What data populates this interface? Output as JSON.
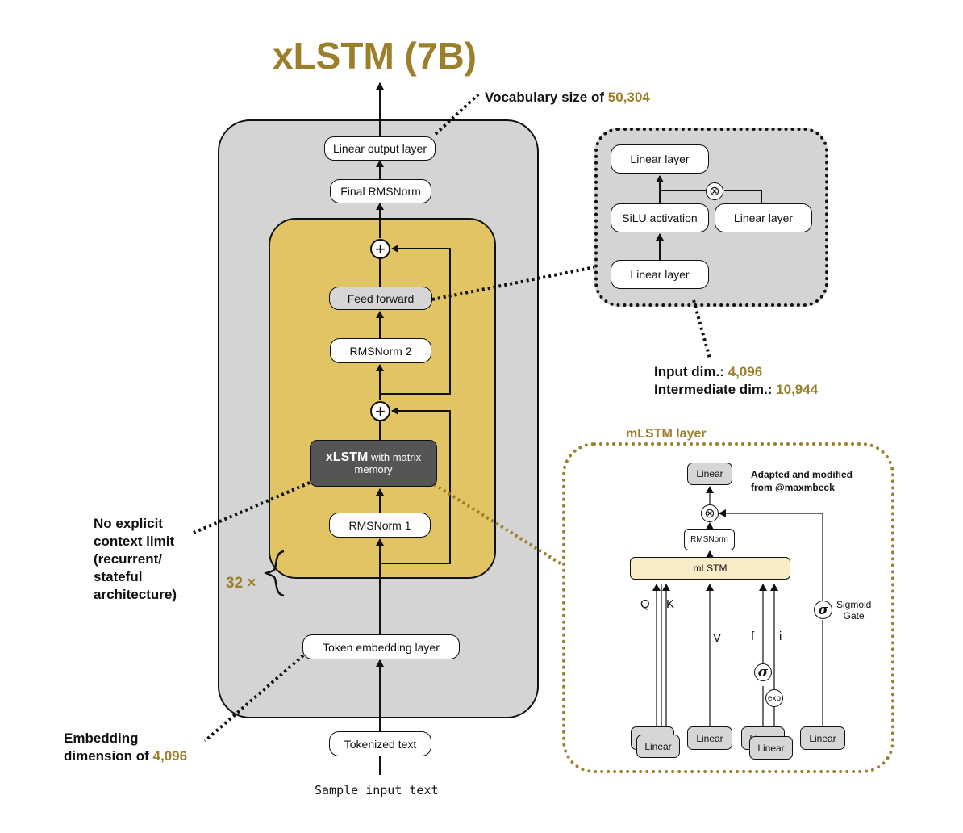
{
  "title": "xLSTM (7B)",
  "main": {
    "linear_output": "Linear output layer",
    "final_norm": "Final RMSNorm",
    "feed_forward": "Feed forward",
    "rmsnorm2": "RMSNorm 2",
    "xlstm_bold": "xLSTM",
    "xlstm_rest_1": "with matrix",
    "xlstm_rest_2": "memory",
    "rmsnorm1": "RMSNorm 1",
    "token_embedding": "Token embedding layer",
    "tokenized_text": "Tokenized text",
    "sample_input": "Sample input text",
    "repeat": "32 ×"
  },
  "annotations": {
    "vocab_prefix": "Vocabulary size of",
    "vocab_value": "50,304",
    "input_dim_prefix": "Input dim.:",
    "input_dim_value": "4,096",
    "intermediate_prefix": "Intermediate dim.:",
    "intermediate_value": "10,944",
    "context_lines": [
      "No explicit",
      "context limit",
      "(recurrent/",
      "stateful",
      "architecture)"
    ],
    "embedding_prefix_1": "Embedding",
    "embedding_prefix_2": "dimension of",
    "embedding_value": "4,096"
  },
  "ff_detail": {
    "linear_top": "Linear layer",
    "silu": "SiLU activation",
    "linear_right": "Linear layer",
    "linear_bottom": "Linear layer",
    "multiply": "⊗"
  },
  "mlstm": {
    "title": "mLSTM layer",
    "credit_1": "Adapted and modified",
    "credit_2": "from @maxmbeck",
    "linear_out": "Linear",
    "rmsnorm": "RMSNorm",
    "mlstm": "mLSTM",
    "q": "Q",
    "k": "K",
    "v": "V",
    "f": "f",
    "i": "i",
    "sigma": "σ",
    "exp": "exp",
    "sigmoid_1": "Sigmoid",
    "sigmoid_2": "Gate",
    "linear": "Linear",
    "linear_partial": "Linear"
  },
  "colors": {
    "accent": "#9b7f2a",
    "block_fill": "#e2c465",
    "panel_fill": "#d4d4d4",
    "xlstm_fill": "#555555",
    "mlstm_fill": "#f8edc6"
  },
  "plus": "+"
}
